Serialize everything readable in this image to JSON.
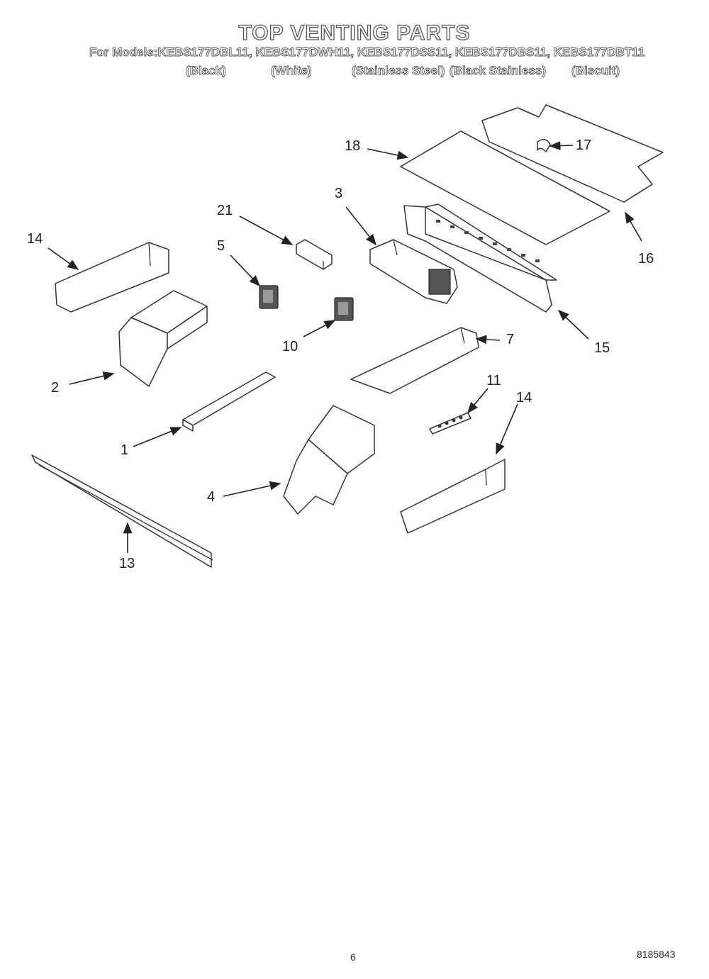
{
  "title": "TOP VENTING PARTS",
  "models_line": "For Models:KEBS177DBL11, KEBS177DWH11, KEBS177DSS11,  KEBS177DBS11, KEBS177DBT11",
  "variants": [
    "(Black)",
    "(White)",
    "(Stainless Steel)",
    "(Black Stainless)",
    "(Biscuit)"
  ],
  "callouts": {
    "c18": "18",
    "c17": "17",
    "c16": "16",
    "c3": "3",
    "c21": "21",
    "c14a": "14",
    "c5": "5",
    "c15": "15",
    "c10": "10",
    "c7": "7",
    "c2": "2",
    "c11": "11",
    "c14b": "14",
    "c1": "1",
    "c4": "4",
    "c13": "13"
  },
  "page_number": "6",
  "doc_number": "8185843"
}
